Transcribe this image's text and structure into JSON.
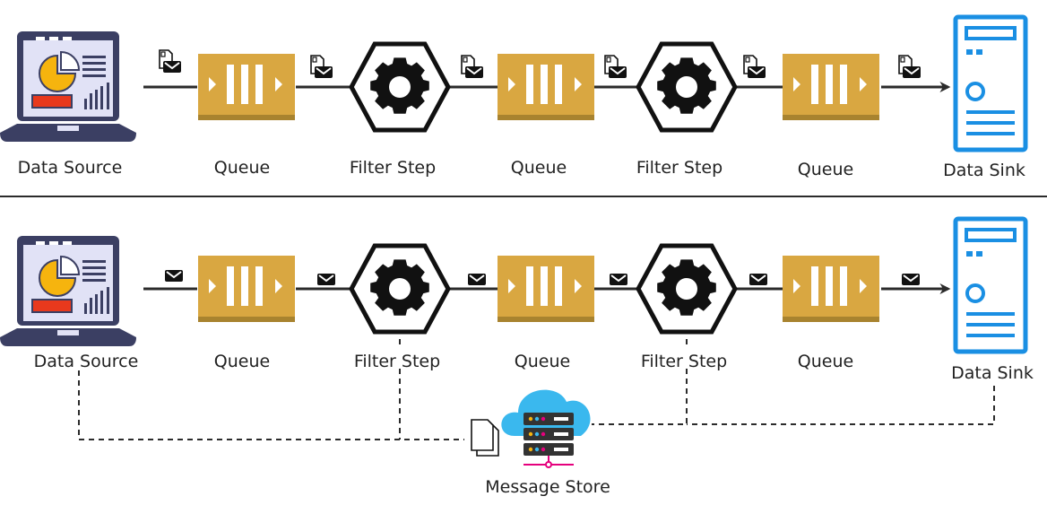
{
  "colors": {
    "queue": "#d9a741",
    "queue_shadow": "#a8832f",
    "sink": "#1a8fe3",
    "line": "#2b2b2b",
    "laptop_frame": "#3b3f63",
    "laptop_screen": "#e1e2f6",
    "pie": "#f6b40e",
    "bar_red": "#e8391d",
    "cloud": "#3ab8ee",
    "accent_pink": "#e5007d"
  },
  "top_row": {
    "source_label": "Data Source",
    "queue_labels": [
      "Queue",
      "Queue",
      "Queue"
    ],
    "filter_labels": [
      "Filter Step",
      "Filter Step"
    ],
    "sink_label": "Data Sink",
    "message_icon": "document-with-envelope-icon"
  },
  "bottom_row": {
    "source_label": "Data Source",
    "queue_labels": [
      "Queue",
      "Queue",
      "Queue"
    ],
    "filter_labels": [
      "Filter Step",
      "Filter Step"
    ],
    "sink_label": "Data Sink",
    "message_icon": "envelope-icon",
    "store_label": "Message Store",
    "store_icon": "cloud-server-icon",
    "document_icon": "documents-icon"
  }
}
